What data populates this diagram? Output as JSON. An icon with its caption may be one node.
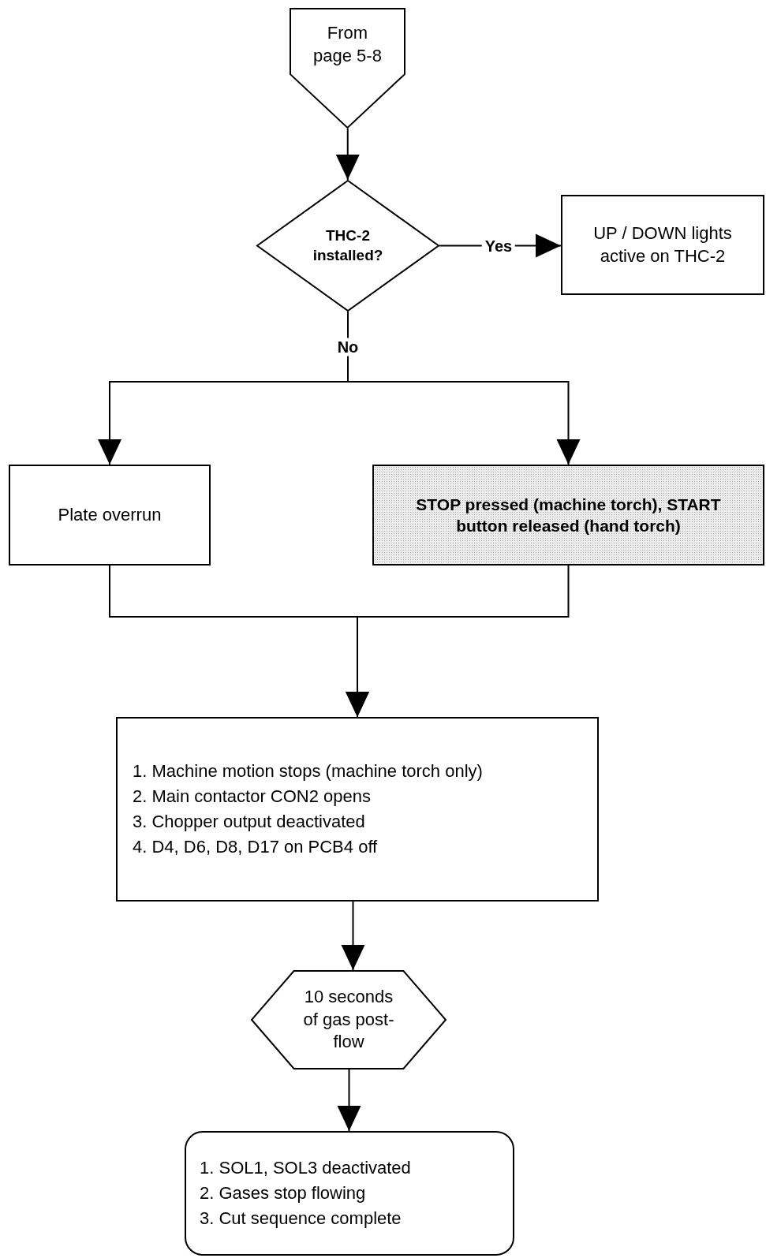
{
  "diagram": {
    "nodes": [
      {
        "text": [
          "From page 5-8"
        ]
      },
      {
        "text": [
          "THC-2 installed?"
        ]
      },
      {
        "text": [
          "UP / DOWN lights active on THC-2"
        ]
      },
      {
        "text": [
          "Plate overrun"
        ]
      },
      {
        "text": [
          "STOP pressed (machine torch), START button released (hand torch)"
        ]
      },
      {
        "text": [
          "1. Machine motion stops (machine torch only)",
          "2. Main contactor CON2 opens",
          "3. Chopper output deactivated",
          "4. D4, D6, D8, D17 on PCB4 off"
        ]
      },
      {
        "text": [
          "10 seconds of gas post-flow"
        ]
      },
      {
        "text": [
          "1. SOL1, SOL3 deactivated",
          "2. Gases stop flowing",
          "3. Cut sequence complete"
        ]
      }
    ],
    "edges": [
      {
        "from": 0,
        "to": 1,
        "arrow": "to"
      },
      {
        "from": 1,
        "to": 2,
        "arrow": "to",
        "label": "Yes"
      },
      {
        "from": 1,
        "to": 3,
        "arrow": "to",
        "label": "No"
      },
      {
        "from": 1,
        "to": 4,
        "arrow": "to"
      },
      {
        "from": 3,
        "to": 5,
        "arrow": "to"
      },
      {
        "from": 4,
        "to": 5,
        "arrow": "to"
      },
      {
        "from": 5,
        "to": 6,
        "arrow": "to"
      },
      {
        "from": 6,
        "to": 7,
        "arrow": "to"
      }
    ]
  }
}
